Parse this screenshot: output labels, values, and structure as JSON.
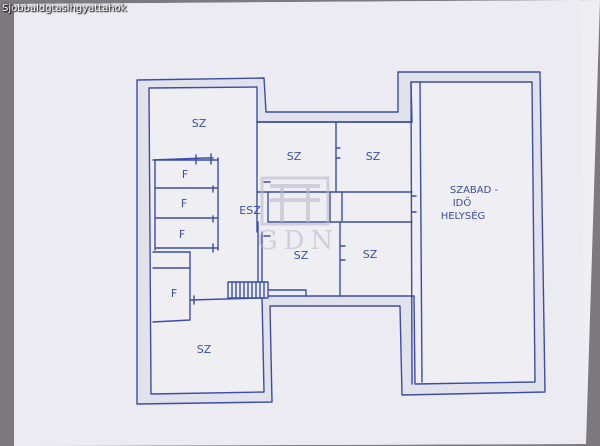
{
  "caption": "Sjobbaldgtasihgyattahok",
  "colors": {
    "background": "#7c7a7f",
    "paper": "#efeef3",
    "wall_fill": "#e2e2ec",
    "ink": "#3a4ea6",
    "watermark": "#b7b4c2"
  },
  "rooms": {
    "sz_top_left": "SZ",
    "sz_center_top": "SZ",
    "sz_right_top": "SZ",
    "sz_center_bottom": "SZ",
    "sz_right_bottom": "SZ",
    "sz_bottom_left": "SZ",
    "f_1": "F",
    "f_2": "F",
    "f_3": "F",
    "f_4": "F",
    "hall": "ESZ",
    "leisure_line1": "SZABAD -",
    "leisure_line2": "IDŐ",
    "leisure_line3": "HELYSÉG"
  },
  "watermark": {
    "text": "GDN"
  }
}
